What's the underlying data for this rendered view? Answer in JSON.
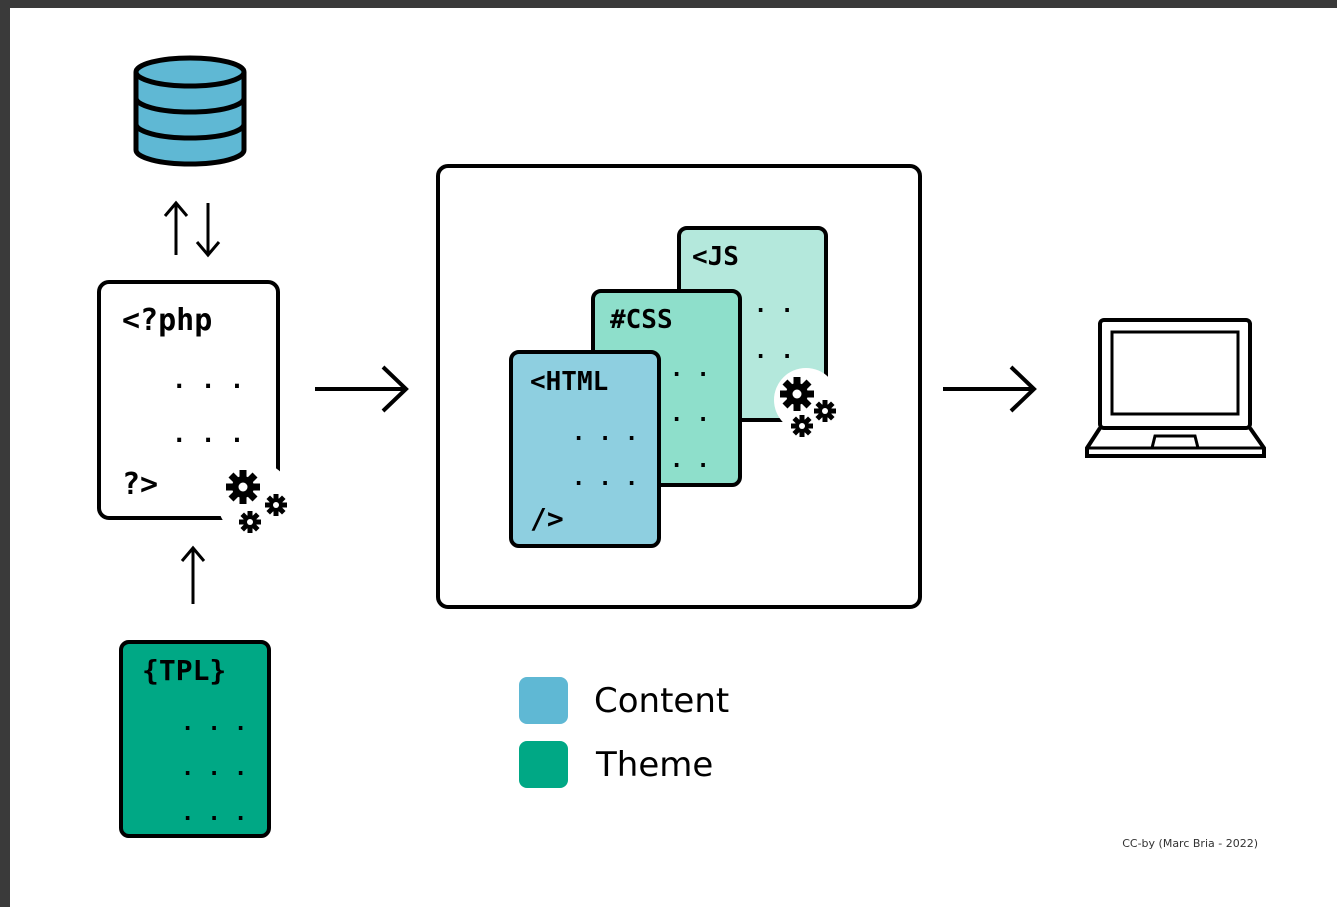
{
  "php_file": {
    "open_tag": "<?php",
    "dots": ". . .",
    "close_tag": "?>"
  },
  "tpl_file": {
    "label": "{TPL}",
    "dots": ". . ."
  },
  "js_file": {
    "label": "<JS",
    "dots": ". ."
  },
  "css_file": {
    "label": "#CSS",
    "dots": ". ."
  },
  "html_file": {
    "label": "<HTML",
    "dots": ". . .",
    "close_tag": "/>"
  },
  "legend": {
    "content_label": "Content",
    "theme_label": "Theme"
  },
  "colors": {
    "content": "#5fb8d4",
    "theme": "#00a885",
    "html_page": "#8ecfe0",
    "css_page": "#8edfcb",
    "js_page": "#b4e8dc"
  },
  "credit": "CC-by (Marc Bria - 2022)"
}
